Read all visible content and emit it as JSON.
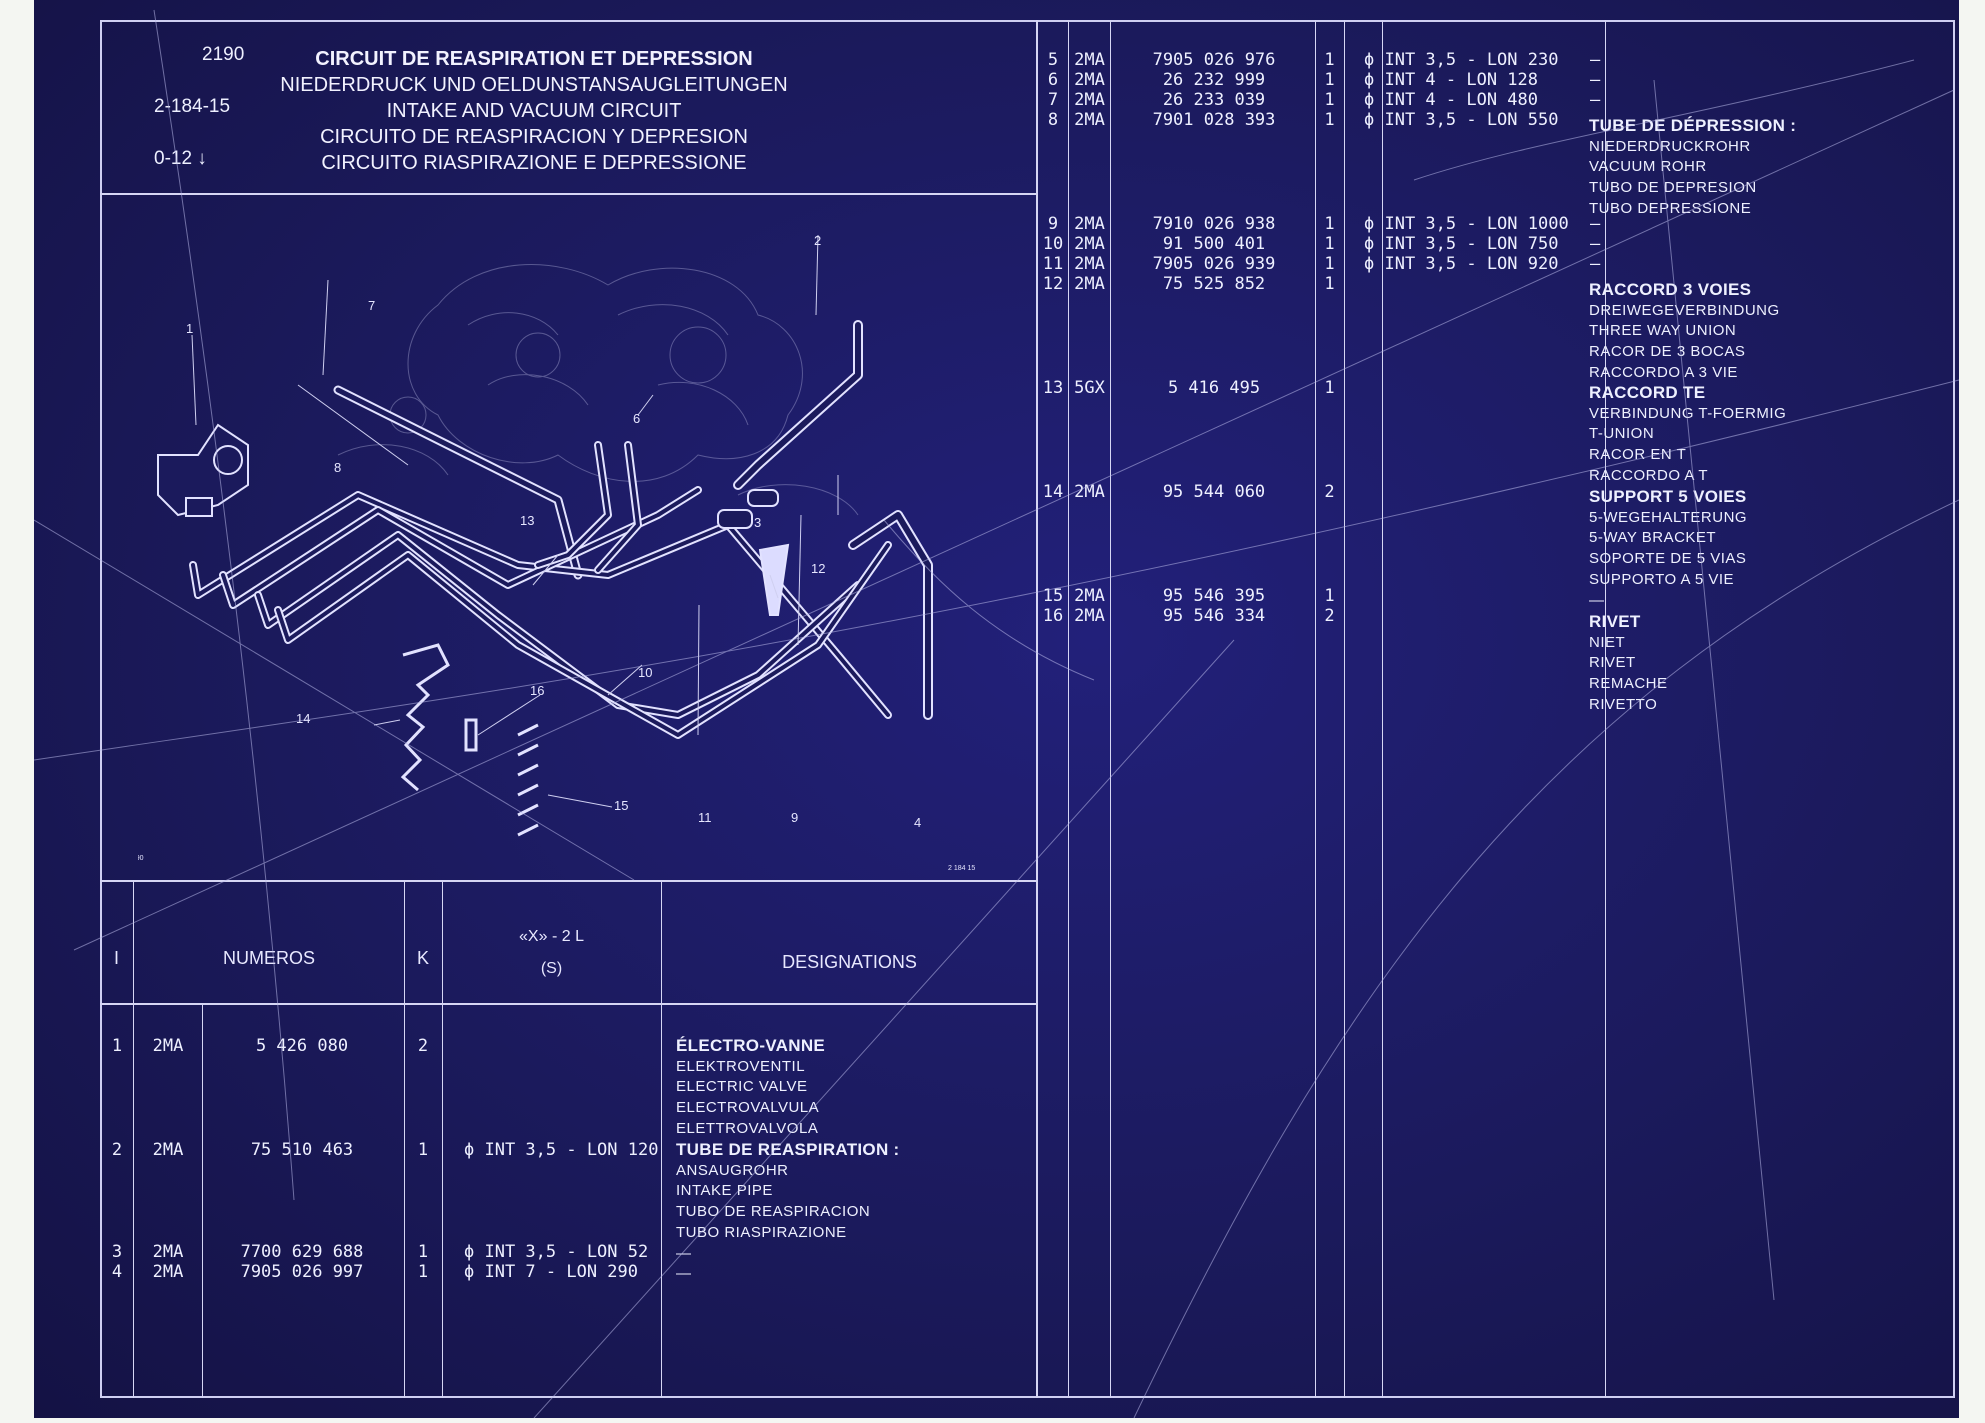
{
  "header": {
    "codes": [
      "2190",
      "2-184-15",
      "0-12 ↓"
    ],
    "titles": [
      "CIRCUIT DE REASPIRATION ET DEPRESSION",
      "NIEDERDRUCK UND OELDUNSTANSAUGLEITUNGEN",
      "INTAKE AND VACUUM CIRCUIT",
      "CIRCUITO DE REASPIRACION Y DEPRESION",
      "CIRCUITO RIASPIRAZIONE E DEPRESSIONE"
    ]
  },
  "diagram": {
    "callouts": [
      "1",
      "2",
      "3",
      "4",
      "6",
      "7",
      "8",
      "9",
      "10",
      "11",
      "12",
      "13",
      "14",
      "15",
      "16"
    ],
    "corner_left": "2190",
    "corner_right": "2 184 15"
  },
  "table_header": {
    "col_i": "I",
    "col_numeros": "NUMEROS",
    "col_k": "K",
    "col_x_line1": "«X» - 2 L",
    "col_x_line2": "(S)",
    "col_designations": "DESIGNATIONS"
  },
  "lower_rows": [
    {
      "i": "1",
      "pfx": "2MA",
      "num": "5 426 080",
      "k": "2",
      "spec": ""
    },
    {
      "i": "2",
      "pfx": "2MA",
      "num": "75 510 463",
      "k": "1",
      "spec": "ϕ INT 3,5 - LON 120"
    },
    {
      "i": "3",
      "pfx": "2MA",
      "num": "7700 629 688",
      "k": "1",
      "spec": "ϕ INT 3,5 - LON 52"
    },
    {
      "i": "4",
      "pfx": "2MA",
      "num": "7905 026 997",
      "k": "1",
      "spec": "ϕ INT 7 - LON 290"
    }
  ],
  "lower_designations": {
    "g1": [
      "ÉLECTRO-VANNE",
      "ELEKTROVENTIL",
      "ELECTRIC VALVE",
      "ELECTROVALVULA",
      "ELETTROVALVOLA"
    ],
    "g2": [
      "TUBE DE REASPIRATION :",
      "ANSAUGROHR",
      "INTAKE PIPE",
      "TUBO DE REASPIRACION",
      "TUBO RIASPIRAZIONE",
      "—",
      "—"
    ]
  },
  "right_rows": [
    {
      "i": "5",
      "pfx": "2MA",
      "num": "7905 026 976",
      "k": "1",
      "spec": "ϕ INT 3,5 - LON 230",
      "des": "—"
    },
    {
      "i": "6",
      "pfx": "2MA",
      "num": "26 232 999",
      "k": "1",
      "spec": "ϕ INT 4 - LON 128",
      "des": "—"
    },
    {
      "i": "7",
      "pfx": "2MA",
      "num": "26 233 039",
      "k": "1",
      "spec": "ϕ INT 4 - LON 480",
      "des": "—"
    },
    {
      "i": "8",
      "pfx": "2MA",
      "num": "7901 028 393",
      "k": "1",
      "spec": "ϕ INT 3,5 - LON 550",
      "des": ""
    },
    {
      "i": "9",
      "pfx": "2MA",
      "num": "7910 026 938",
      "k": "1",
      "spec": "ϕ INT 3,5 - LON 1000",
      "des": "—"
    },
    {
      "i": "10",
      "pfx": "2MA",
      "num": "91 500 401",
      "k": "1",
      "spec": "ϕ INT 3,5 - LON 750",
      "des": "—"
    },
    {
      "i": "11",
      "pfx": "2MA",
      "num": "7905 026 939",
      "k": "1",
      "spec": "ϕ INT 3,5 - LON 920",
      "des": "—"
    },
    {
      "i": "12",
      "pfx": "2MA",
      "num": "75 525 852",
      "k": "1",
      "spec": "",
      "des": ""
    },
    {
      "i": "13",
      "pfx": "5GX",
      "num": "5 416 495",
      "k": "1",
      "spec": "",
      "des": ""
    },
    {
      "i": "14",
      "pfx": "2MA",
      "num": "95 544 060",
      "k": "2",
      "spec": "",
      "des": ""
    },
    {
      "i": "15",
      "pfx": "2MA",
      "num": "95 546 395",
      "k": "1",
      "spec": "",
      "des": ""
    },
    {
      "i": "16",
      "pfx": "2MA",
      "num": "95 546 334",
      "k": "2",
      "spec": "",
      "des": ""
    }
  ],
  "right_designations": {
    "g1": [
      "TUBE DE DÉPRESSION :",
      "NIEDERDRUCKROHR",
      "VACUUM ROHR",
      "TUBO DE DEPRESION",
      "TUBO DEPRESSIONE"
    ],
    "g2": [
      "RACCORD 3 VOIES",
      "DREIWEGEVERBINDUNG",
      "THREE WAY UNION",
      "RACOR DE 3 BOCAS",
      "RACCORDO A 3 VIE"
    ],
    "g3": [
      "RACCORD TE",
      "VERBINDUNG T-FOERMIG",
      "T-UNION",
      "RACOR EN T",
      "RACCORDO A T"
    ],
    "g4": [
      "SUPPORT 5 VOIES",
      "5-WEGEHALTERUNG",
      "5-WAY BRACKET",
      "SOPORTE DE 5 VIAS",
      "SUPPORTO A 5 VIE",
      "—"
    ],
    "g5": [
      "RIVET",
      "NIET",
      "RIVET",
      "REMACHE",
      "RIVETTO"
    ]
  }
}
